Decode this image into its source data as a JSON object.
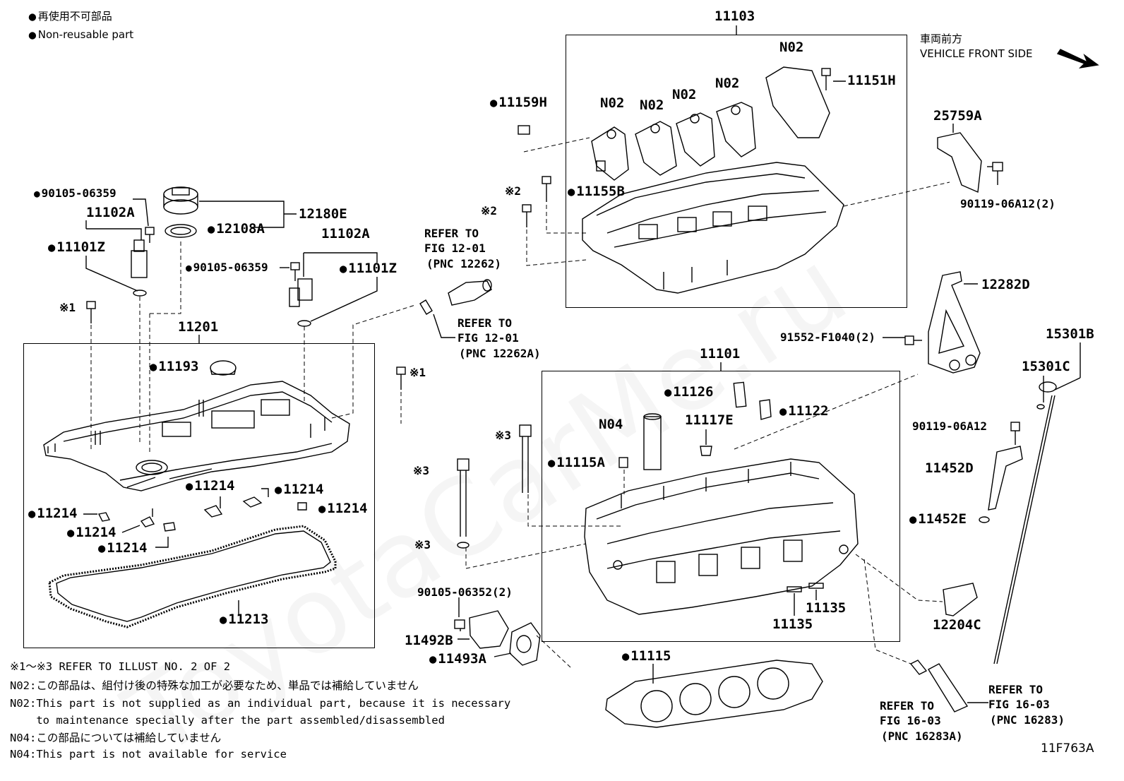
{
  "legend": {
    "jp": "再使用不可部品",
    "en": "Non-reusable part"
  },
  "front": {
    "jp": "車両前方",
    "en": "VEHICLE FRONT SIDE"
  },
  "watermark": "ToyotaCarMe.ru",
  "boxes": {
    "head_cover": "11201",
    "cam_housing": "11103",
    "cyl_head": "11101"
  },
  "labels": {
    "c90105a": "90105-06359",
    "c11102a_l": "11102A",
    "c11101z_l": "11101Z",
    "c12180e": "12180E",
    "c12108a": "12108A",
    "c11102a_r": "11102A",
    "c90105b": "90105-06359",
    "c11101z_r": "11101Z",
    "x1_left": "※1",
    "x1_right": "※1",
    "c11193": "11193",
    "c11214_a": "11214",
    "c11214_b": "11214",
    "c11214_c": "11214",
    "c11214_d": "11214",
    "c11214_e": "11214",
    "c11214_f": "11214",
    "c11213": "11213",
    "refer1_a": "REFER TO",
    "refer1_b": "FIG 12-01",
    "refer1_c": "(PNC 12262)",
    "refer2_a": "REFER TO",
    "refer2_b": "FIG 12-01",
    "refer2_c": "(PNC 12262A)",
    "c11159h": "11159H",
    "x2_a": "※2",
    "x2_b": "※2",
    "c11155b": "11155B",
    "n02_a": "N02",
    "n02_b": "N02",
    "n02_c": "N02",
    "n02_d": "N02",
    "n02_e": "N02",
    "c11151h": "11151H",
    "c25759a": "25759A",
    "c90119_2": "90119-06A12(2)",
    "c12282d": "12282D",
    "c91552": "91552-F1040(2)",
    "c15301b": "15301B",
    "c15301c": "15301C",
    "c90119": "90119-06A12",
    "c11452d": "11452D",
    "c11452e": "11452E",
    "c12204c": "12204C",
    "c11126": "11126",
    "c11122": "11122",
    "n04": "N04",
    "c11117e": "11117E",
    "c11115a": "11115A",
    "x3_a": "※3",
    "x3_b": "※3",
    "x3_c": "※3",
    "c11135_a": "11135",
    "c11135_b": "11135",
    "c90105_06352": "90105-06352(2)",
    "c11492b": "11492B",
    "c11493a": "11493A",
    "c11115": "11115",
    "refer3_a": "REFER TO",
    "refer3_b": "FIG 16-03",
    "refer3_c": "(PNC 16283A)",
    "refer4_a": "REFER TO",
    "refer4_b": "FIG 16-03",
    "refer4_c": "(PNC 16283)"
  },
  "notes": [
    "※1～※3  REFER TO ILLUST NO. 2 OF 2",
    "N02:この部品は、組付け後の特殊な加工が必要なため、単品では補給していません",
    "N02:This part is not supplied as an individual part, because it is necessary",
    "    to maintenance specially after the part assembled/disassembled",
    "N04:この部品については補給していません",
    "N04:This part is not available for service"
  ],
  "figure_code": "11F763A"
}
